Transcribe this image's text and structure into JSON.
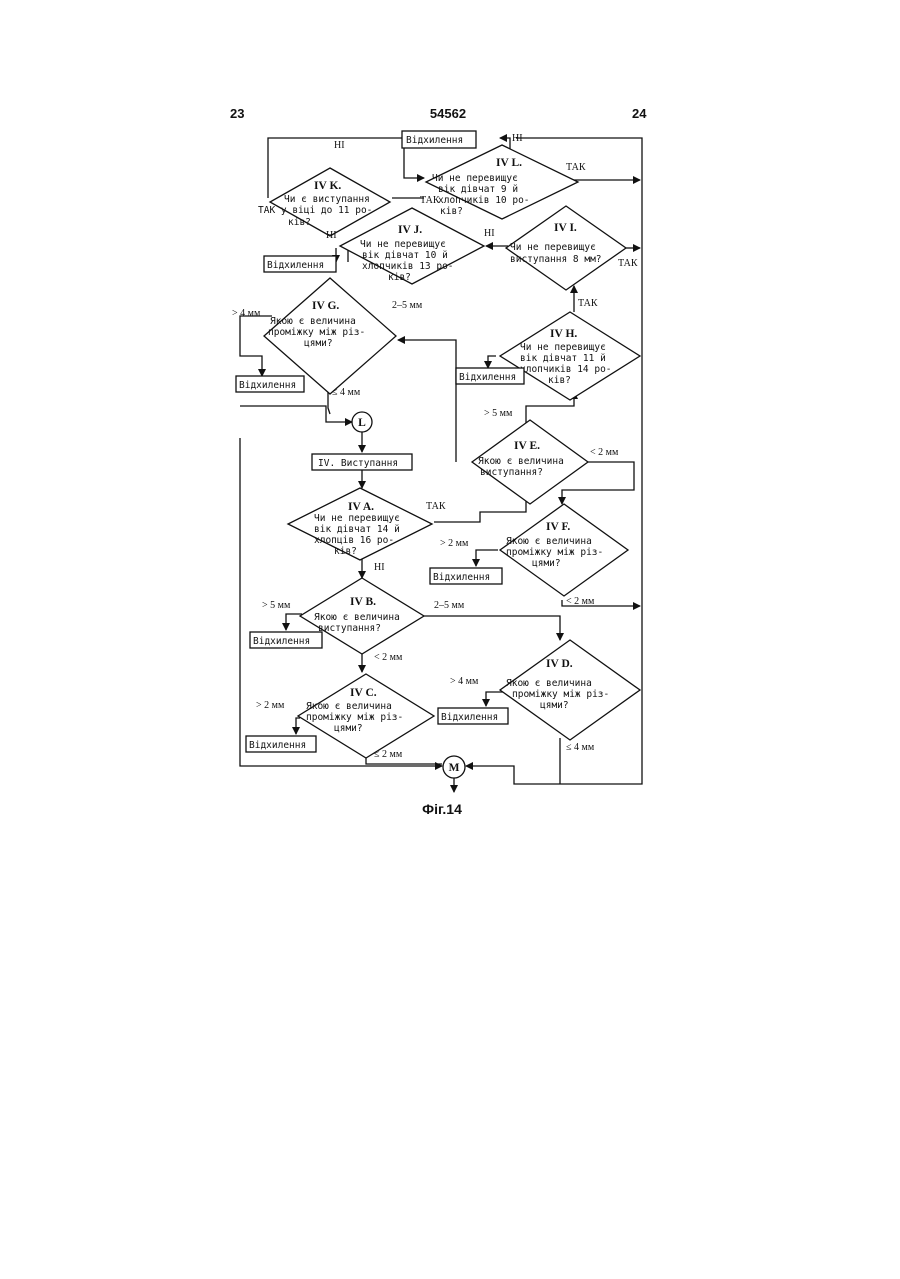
{
  "header": {
    "left": "23",
    "center": "54562",
    "right": "24"
  },
  "caption": "Фіг.14",
  "reject_label": "Відхилення",
  "decisions": {
    "l": {
      "title": "IV L.",
      "lines": [
        "Чи не перевищує",
        "вік дівчат 9 й",
        "хлопчиків 10 ро-",
        "ків?"
      ]
    },
    "k": {
      "title": "IV K.",
      "lines": [
        "Чи є виступання",
        "ТАК у віці до 11 ро-",
        "ків?"
      ]
    },
    "j": {
      "title": "IV J.",
      "lines": [
        "Чи не перевищує",
        "вік дівчат 10 й",
        "хлопчиків 13 ро-",
        "ків?"
      ]
    },
    "i": {
      "title": "IV I.",
      "lines": [
        "Чи не перевищує",
        "виступання 8 мм?"
      ]
    },
    "g": {
      "title": "IV G.",
      "lines": [
        "Якою є величина",
        "проміжку між різ-",
        "цями?"
      ]
    },
    "h": {
      "title": "IV H.",
      "lines": [
        "Чи не перевищує",
        "вік дівчат 11 й",
        "хлопчиків 14 ро-",
        "ків?"
      ]
    },
    "e": {
      "title": "IV E.",
      "lines": [
        "Якою є величина",
        "виступання?"
      ]
    },
    "a": {
      "title": "IV A.",
      "lines": [
        "Чи не перевищує",
        "вік дівчат 14 й",
        "хлопців 16 ро-",
        "ків?"
      ]
    },
    "f": {
      "title": "IV F.",
      "lines": [
        "Якою є величина",
        "проміжку між різ-",
        "цями?"
      ]
    },
    "b": {
      "title": "IV B.",
      "lines": [
        "Якою є величина",
        "виступання?"
      ]
    },
    "d": {
      "title": "IV D.",
      "lines": [
        "Якою є величина",
        "проміжку між різ-",
        "цями?"
      ]
    },
    "c": {
      "title": "IV C.",
      "lines": [
        "Якою є величина",
        "проміжку між різ-",
        "цями?"
      ]
    }
  },
  "process": {
    "label": "IV. Виступання"
  },
  "connectors": {
    "l": "L",
    "m": "M"
  },
  "edge_labels": {
    "yes": "ТАК",
    "no": "НІ",
    "gt4": "> 4 мм",
    "le4": "≤ 4 мм",
    "r25": "2–5 мм",
    "gt5": "> 5 мм",
    "lt2": "< 2 мм",
    "gt2": "> 2 мм",
    "le2": "≤ 2 мм"
  }
}
